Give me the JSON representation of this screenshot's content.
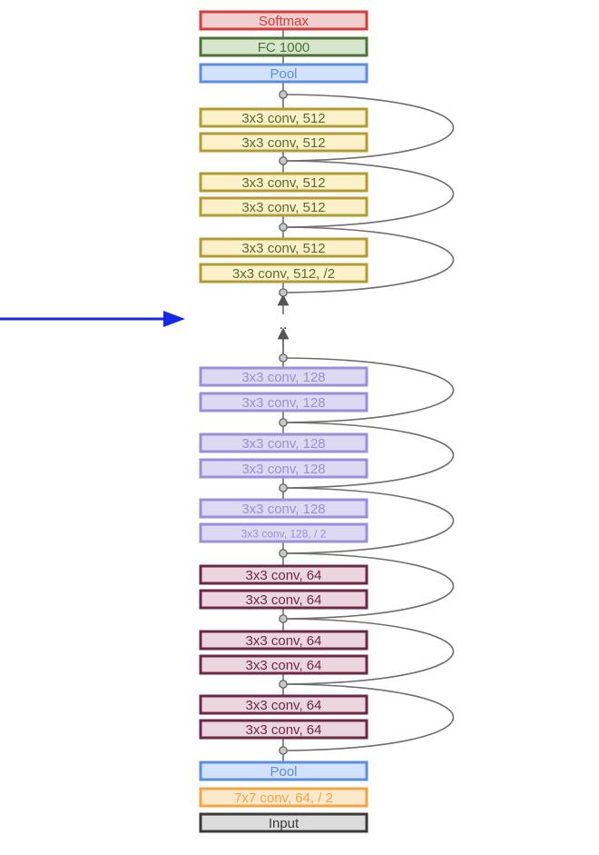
{
  "colors": {
    "softmax": {
      "stroke": "#d93a3a",
      "fill": "#f2cfcf",
      "text": "#d93a3a"
    },
    "fc": {
      "stroke": "#4a7334",
      "fill": "#d6e6cc",
      "text": "#4a7334"
    },
    "pool": {
      "stroke": "#5b8de0",
      "fill": "#d3e2fb",
      "text": "#5b8de0"
    },
    "conv512": {
      "stroke": "#b59a2f",
      "fill": "#fcf1cb",
      "text": "#5c6a2a"
    },
    "conv128": {
      "stroke": "#9a8fd8",
      "fill": "#ddd9f3",
      "text": "#9a90d2"
    },
    "conv64": {
      "stroke": "#6b2946",
      "fill": "#ecd6de",
      "text": "#6b2946"
    },
    "conv7": {
      "stroke": "#f2a43e",
      "fill": "#fde8cc",
      "text": "#f2a43e"
    },
    "input": {
      "stroke": "#3a3a3a",
      "fill": "#dcdcdc",
      "text": "#3a3a3a"
    },
    "arrow": "#1428e6"
  },
  "blocks": [
    {
      "label": "Softmax",
      "style": "softmax"
    },
    {
      "label": "FC 1000",
      "style": "fc"
    },
    {
      "label": "Pool",
      "style": "pool"
    },
    {
      "label": "3x3 conv, 512",
      "style": "conv512"
    },
    {
      "label": "3x3 conv, 512",
      "style": "conv512"
    },
    {
      "label": "3x3 conv, 512",
      "style": "conv512"
    },
    {
      "label": "3x3 conv, 512",
      "style": "conv512"
    },
    {
      "label": "3x3 conv, 512",
      "style": "conv512"
    },
    {
      "label": "3x3 conv, 512, /2",
      "style": "conv512"
    },
    {
      "label": "3x3 conv, 128",
      "style": "conv128"
    },
    {
      "label": "3x3 conv, 128",
      "style": "conv128"
    },
    {
      "label": "3x3 conv, 128",
      "style": "conv128"
    },
    {
      "label": "3x3 conv, 128",
      "style": "conv128"
    },
    {
      "label": "3x3 conv, 128",
      "style": "conv128"
    },
    {
      "label": "3x3 conv, 128, / 2",
      "style": "conv128",
      "small": true
    },
    {
      "label": "3x3 conv, 64",
      "style": "conv64"
    },
    {
      "label": "3x3 conv, 64",
      "style": "conv64"
    },
    {
      "label": "3x3 conv, 64",
      "style": "conv64"
    },
    {
      "label": "3x3 conv, 64",
      "style": "conv64"
    },
    {
      "label": "3x3 conv, 64",
      "style": "conv64"
    },
    {
      "label": "3x3 conv, 64",
      "style": "conv64"
    },
    {
      "label": "Pool",
      "style": "pool"
    },
    {
      "label": "7x7 conv, 64, / 2",
      "style": "conv7"
    },
    {
      "label": "Input",
      "style": "input"
    }
  ],
  "ellipsis": ".."
}
